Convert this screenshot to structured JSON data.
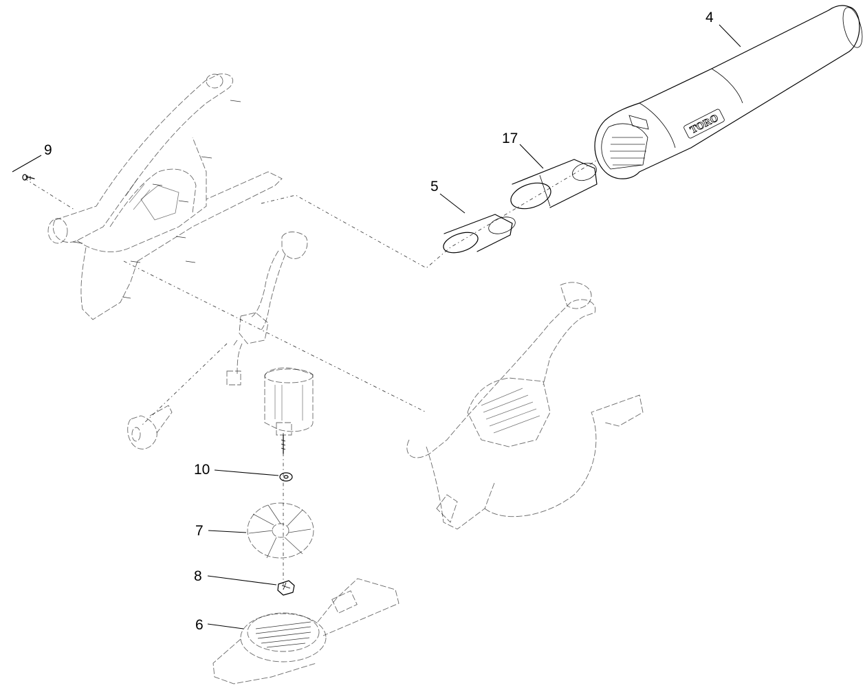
{
  "diagram": {
    "callouts": [
      {
        "id": "c4",
        "label": "4"
      },
      {
        "id": "c17",
        "label": "17"
      },
      {
        "id": "c5",
        "label": "5"
      },
      {
        "id": "c9",
        "label": "9"
      },
      {
        "id": "c10",
        "label": "10"
      },
      {
        "id": "c7",
        "label": "7"
      },
      {
        "id": "c8",
        "label": "8"
      },
      {
        "id": "c6",
        "label": "6"
      }
    ],
    "brand_mark": "TORO"
  }
}
